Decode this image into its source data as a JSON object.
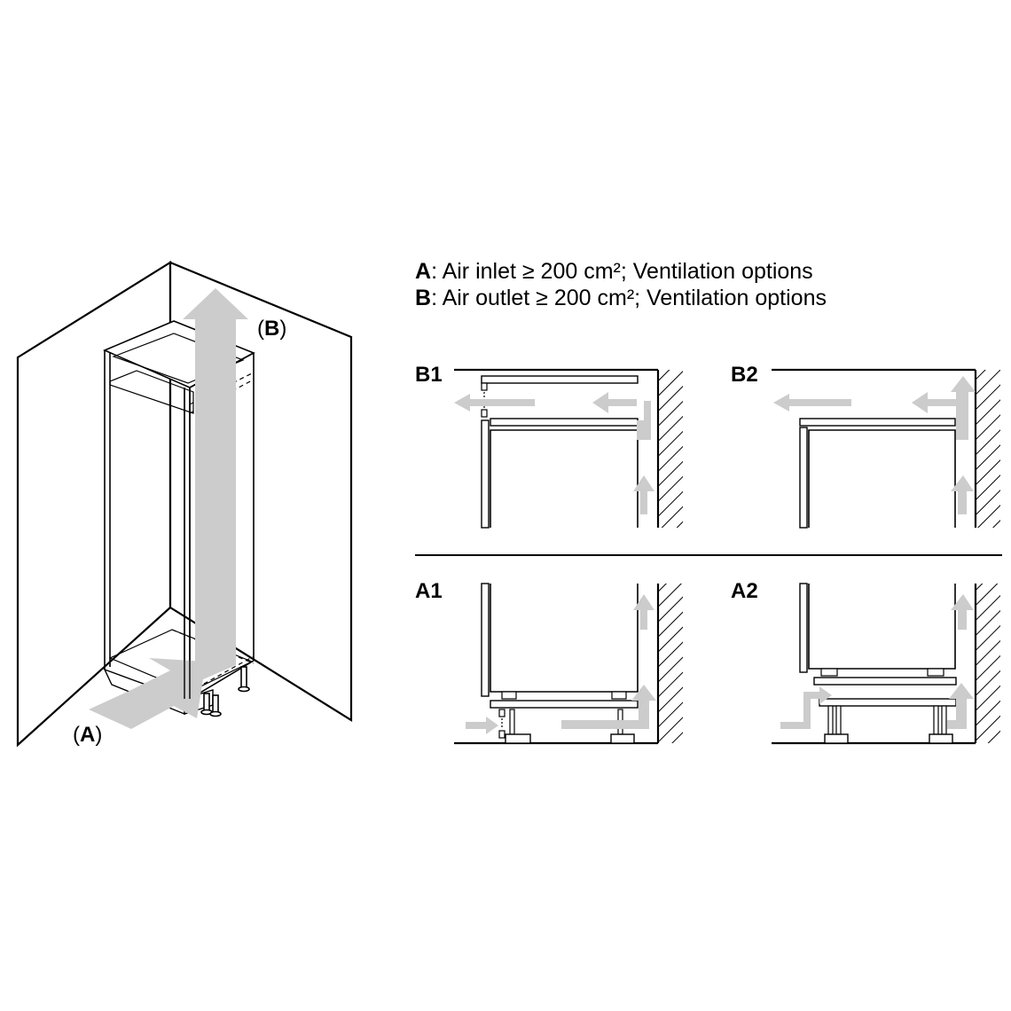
{
  "legend": {
    "a_key": "A",
    "a_text": ": Air inlet ≥ 200 cm²; Ventilation options",
    "b_key": "B",
    "b_text": ": Air outlet ≥ 200 cm²; Ventilation options"
  },
  "cabinet": {
    "label_a_open": "(",
    "label_a_key": "A",
    "label_a_close": ")",
    "label_b_open": "(",
    "label_b_key": "B",
    "label_b_close": ")"
  },
  "panels": [
    {
      "id": "B1",
      "label": "B1"
    },
    {
      "id": "B2",
      "label": "B2"
    },
    {
      "id": "A1",
      "label": "A1"
    },
    {
      "id": "A2",
      "label": "A2"
    }
  ],
  "colors": {
    "line": "#000000",
    "arrow": "#cccccc",
    "background": "#ffffff"
  }
}
